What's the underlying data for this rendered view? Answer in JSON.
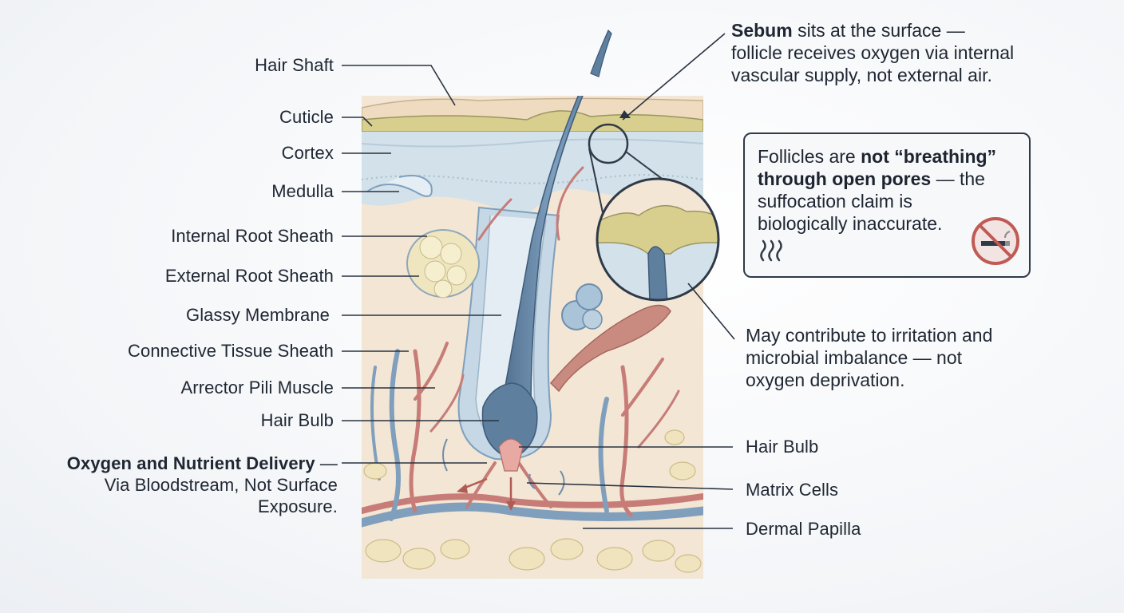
{
  "left_labels": [
    "Hair Shaft",
    "Cuticle",
    "Cortex",
    "Medulla",
    "Internal Root Sheath",
    "External Root Sheath",
    "Glassy Membrane",
    "Connective Tissue Sheath",
    "Arrector Pili Muscle",
    "Hair Bulb"
  ],
  "oxygen_note": {
    "bold": "Oxygen and Nutrient Delivery",
    "dash": " —",
    "line2": "Via Bloodstream, Not Surface",
    "line3": "Exposure."
  },
  "right_labels": [
    "Hair Bulb",
    "Matrix Cells",
    "Dermal Papilla"
  ],
  "sebum_note": {
    "bold": "Sebum",
    "rest1": " sits at the surface —",
    "line2": "follicle receives oxygen via internal",
    "line3": "vascular supply, not external air."
  },
  "callout_box": {
    "t1": "Follicles are ",
    "t1_bold": "not “breathing”",
    "t2_bold": "through open pores",
    "t2": " — the",
    "t3": "suffocation claim is",
    "t4": "biologically inaccurate.",
    "steam_icon": "steam-waves-icon",
    "no_icon": "no-smoking-icon"
  },
  "irritation_note": {
    "line1": "May contribute to irritation and",
    "line2": "microbial imbalance — not",
    "line3": "oxygen deprivation."
  },
  "colors": {
    "skin_surface": "#efdcc0",
    "sebum": "#d8cf8f",
    "epidermis_blue": "#d3e1ea",
    "dermis": "#f4e8d8",
    "hair_blue": "#5e7f9e",
    "artery_red": "#c77c78",
    "vein_blue": "#7f9fbd",
    "fat": "#efe4bd"
  }
}
